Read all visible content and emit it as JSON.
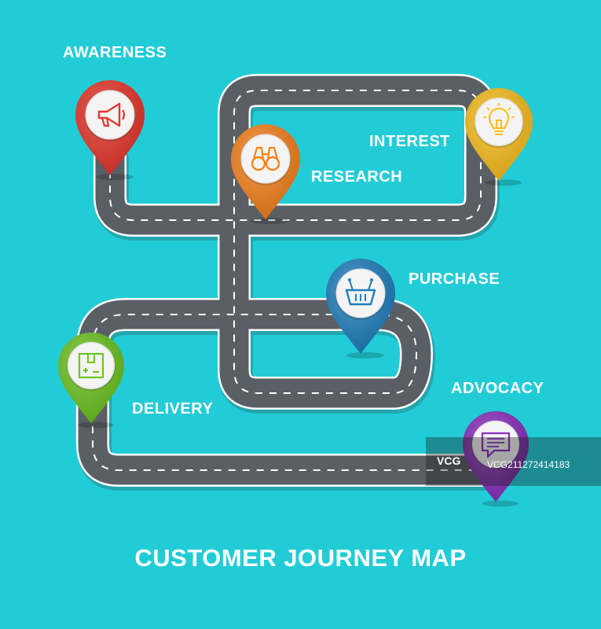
{
  "title": "CUSTOMER JOURNEY MAP",
  "stages": [
    {
      "id": "awareness",
      "label": "AWARENESS",
      "color": "#e8352a",
      "icon": "megaphone-icon"
    },
    {
      "id": "research",
      "label": "RESEARCH",
      "color": "#f7821b",
      "icon": "binoculars-icon"
    },
    {
      "id": "interest",
      "label": "INTEREST",
      "color": "#fbc01c",
      "icon": "lightbulb-icon"
    },
    {
      "id": "purchase",
      "label": "PURCHASE",
      "color": "#1f7fbf",
      "icon": "basket-icon"
    },
    {
      "id": "delivery",
      "label": "DELIVERY",
      "color": "#6cc51f",
      "icon": "box-icon"
    },
    {
      "id": "advocacy",
      "label": "ADVOCACY",
      "color": "#8a2fbf",
      "icon": "chat-bubble-icon"
    }
  ],
  "watermark": {
    "logo": "VCG",
    "text": "VCG211272414183"
  },
  "colors": {
    "background": "#22ccd6",
    "road": "#5a5f66",
    "road_edge": "#ffffff",
    "road_dash": "#ffffff"
  }
}
